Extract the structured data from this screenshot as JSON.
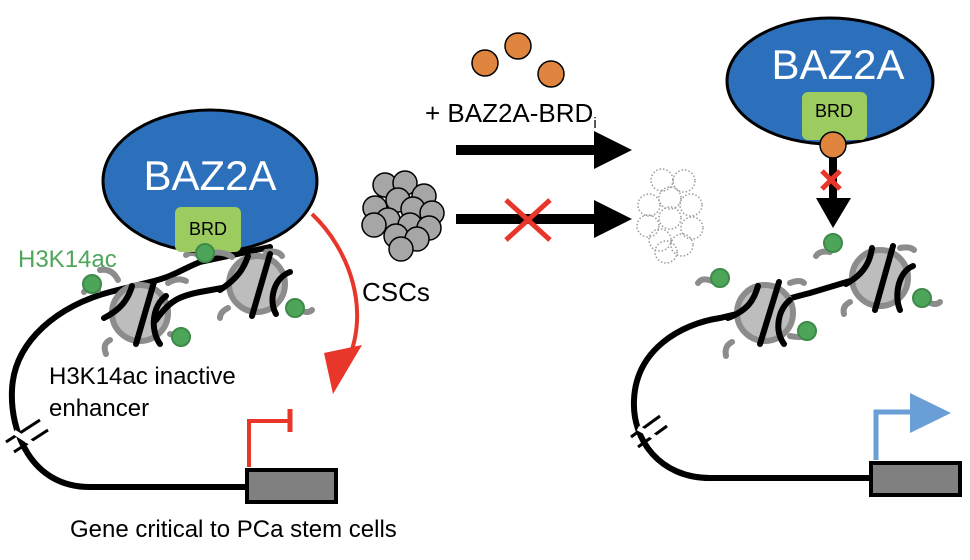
{
  "colors": {
    "baz2a_fill": "#2c6fba",
    "brd_fill": "#9ccb5f",
    "acetyl_green": "#4da55a",
    "acetyl_text": "#4ea55b",
    "red": "#e8362a",
    "orange": "#e08540",
    "blue_promoter": "#6a9ed6",
    "gene_box": "#808080",
    "histone_core": "#bdbdbd",
    "histone_ring": "#8c8c8c",
    "csc_gray": "#a6a6a6"
  },
  "left_panel": {
    "baz2a_label": "BAZ2A",
    "brd_label": "BRD",
    "mark_label": "H3K14ac",
    "enhancer_label_line1": "H3K14ac inactive",
    "enhancer_label_line2": "enhancer",
    "gene_caption": "Gene critical to PCa stem cells"
  },
  "middle_panel": {
    "treatment_prefix": "+ BAZ2A-BRD",
    "treatment_subscript": "i",
    "cells_label": "CSCs"
  },
  "right_panel": {
    "baz2a_label": "BAZ2A",
    "brd_label": "BRD"
  }
}
